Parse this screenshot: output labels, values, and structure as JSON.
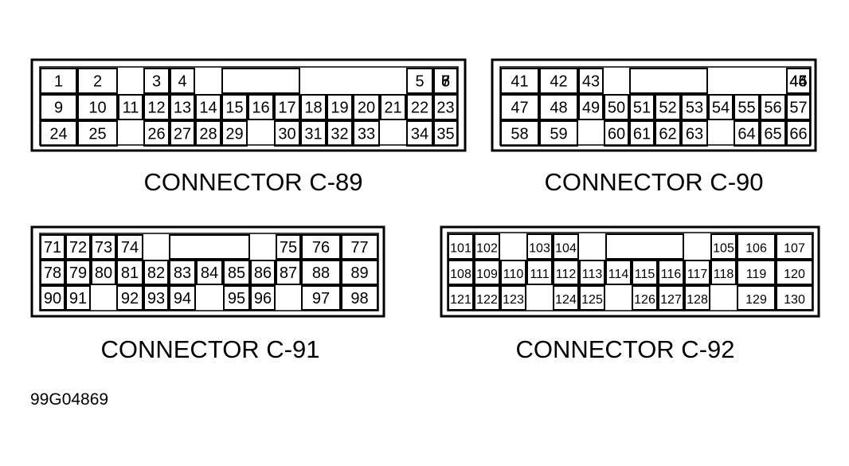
{
  "figure_id": "99G04869",
  "colors": {
    "line": "#000000",
    "background": "#ffffff"
  },
  "connectors": [
    {
      "id": "c89",
      "caption": "CONNECTOR C-89",
      "rows": [
        [
          "1",
          "2",
          "",
          "3",
          "4",
          "",
          "",
          "",
          "",
          "",
          "",
          "5",
          "6",
          "",
          "7",
          "8"
        ],
        [
          "9",
          "10",
          "11",
          "12",
          "13",
          "14",
          "15",
          "16",
          "17",
          "18",
          "19",
          "20",
          "21",
          "22",
          "23"
        ],
        [
          "24",
          "25",
          "",
          "26",
          "27",
          "28",
          "29",
          "",
          "30",
          "31",
          "32",
          "33",
          "",
          "34",
          "35"
        ]
      ]
    },
    {
      "id": "c90",
      "caption": "CONNECTOR C-90",
      "rows": [
        [
          "41",
          "42",
          "43",
          "",
          "",
          "",
          "",
          "",
          "",
          "44",
          "45",
          "46"
        ],
        [
          "47",
          "48",
          "49",
          "50",
          "51",
          "52",
          "53",
          "54",
          "55",
          "56",
          "57"
        ],
        [
          "58",
          "59",
          "",
          "60",
          "61",
          "62",
          "63",
          "",
          "64",
          "65",
          "66"
        ]
      ]
    },
    {
      "id": "c91",
      "caption": "CONNECTOR C-91",
      "rows": [
        [
          "71",
          "72",
          "73",
          "74",
          "",
          "",
          "",
          "75",
          "76",
          "77"
        ],
        [
          "78",
          "79",
          "80",
          "81",
          "82",
          "83",
          "84",
          "85",
          "86",
          "87",
          "88",
          "89"
        ],
        [
          "90",
          "91",
          "",
          "92",
          "93",
          "94",
          "",
          "95",
          "96",
          "",
          "97",
          "98"
        ]
      ]
    },
    {
      "id": "c92",
      "caption": "CONNECTOR C-92",
      "rows": [
        [
          "101",
          "102",
          "",
          "103",
          "104",
          "",
          "",
          "",
          "105",
          "106",
          "107"
        ],
        [
          "108",
          "109",
          "110",
          "111",
          "112",
          "113",
          "114",
          "115",
          "116",
          "117",
          "118",
          "119",
          "120"
        ],
        [
          "121",
          "122",
          "123",
          "",
          "124",
          "125",
          "",
          "126",
          "127",
          "128",
          "",
          "129",
          "130"
        ]
      ]
    }
  ]
}
